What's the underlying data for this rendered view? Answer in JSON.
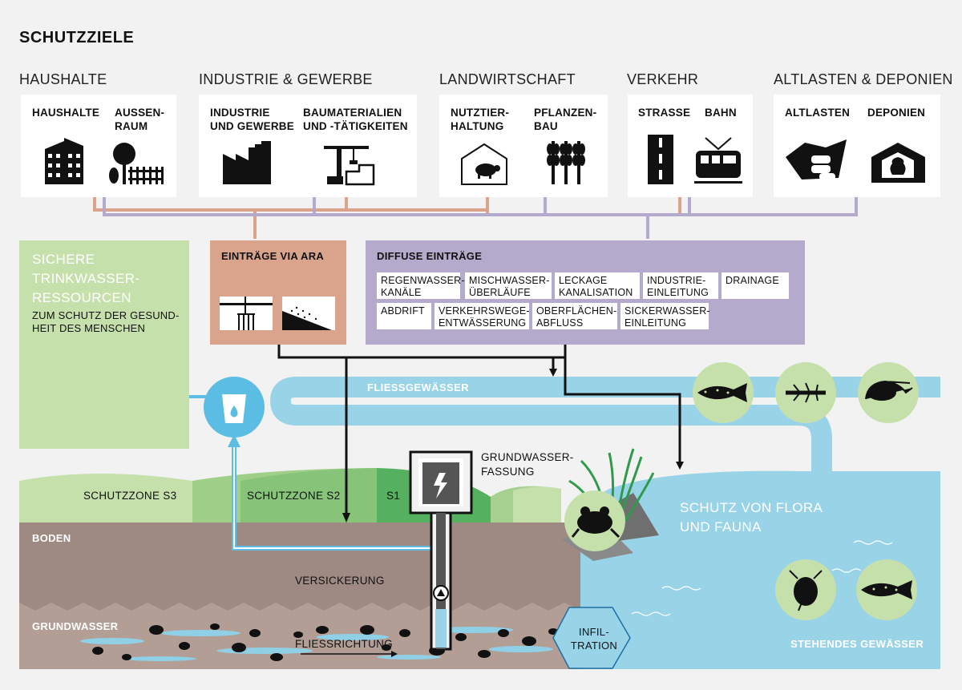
{
  "title": "SCHUTZZIELE",
  "sources": [
    {
      "name": "HAUSHALTE",
      "items": [
        "HAUSHALTE",
        "AUSSEN-\nRAUM"
      ]
    },
    {
      "name": "INDUSTRIE & GEWERBE",
      "items": [
        "INDUSTRIE\nUND GEWERBE",
        "BAUMATERIALIEN\nUND -TÄTIGKEITEN"
      ]
    },
    {
      "name": "LANDWIRTSCHAFT",
      "items": [
        "NUTZTIER-\nHALTUNG",
        "PFLANZEN-\nBAU"
      ]
    },
    {
      "name": "VERKEHR",
      "items": [
        "STRASSE",
        "BAHN"
      ]
    },
    {
      "name": "ALTLASTEN & DEPONIEN",
      "items": [
        "ALTLASTEN",
        "DEPONIEN"
      ]
    }
  ],
  "drinking": {
    "title": "SICHERE\nTRINKWASSER-\nRESSOURCEN",
    "subtitle": "ZUM SCHUTZ DER GESUND-\nHEIT DES MENSCHEN"
  },
  "ara": {
    "title": "EINTRÄGE VIA ARA"
  },
  "diffuse": {
    "title": "DIFFUSE EINTRÄGE",
    "row1": [
      "REGENWASSER-\nKANÄLE",
      "MISCHWASSER-\nÜBERLÄUFE",
      "LECKAGE\nKANALISATION",
      "INDUSTRIE-\nEINLEITUNG",
      "DRAINAGE"
    ],
    "row2": [
      "ABDRIFT",
      "VERKEHRSWEGE-\nENTWÄSSERUNG",
      "OBERFLÄCHEN-\nABFLUSS",
      "SICKERWASSER-\nEINLEITUNG"
    ]
  },
  "landscape": {
    "river": "FLIESSGEWÄSSER",
    "zone_s3": "SCHUTZZONE S3",
    "zone_s2": "SCHUTZZONE S2",
    "zone_s1": "S1",
    "well": "GRUNDWASSER-\nFASSUNG",
    "soil": "BODEN",
    "seepage": "VERSICKERUNG",
    "groundwater": "GRUNDWASSER",
    "flow": "FLIESSRICHTUNG",
    "infiltration": "INFIL-\nTRATION",
    "lake_title": "SCHUTZ VON FLORA\nUND FAUNA",
    "lake": "STEHENDES GEWÄSSER"
  },
  "colors": {
    "ara": "#d9a48b",
    "diffuse": "#b4aacb",
    "drinking": "#c6e0ac",
    "water": "#99d3e8",
    "soil": "#9f8a83",
    "ground": "#b39e96",
    "zone_s3": "#bcd99f",
    "zone_s2": "#87c47a",
    "zone_s1": "#55b160",
    "line_orange": "#d9a48b",
    "line_purple": "#b4aacb"
  },
  "icons": [
    "building-icon",
    "tree-fence-icon",
    "factory-icon",
    "crane-icon",
    "barn-pig-icon",
    "wheat-icon",
    "road-icon",
    "train-icon",
    "landfill-icon",
    "deponie-icon",
    "treatment-tank-icon",
    "person-heart-icon",
    "water-glass-icon",
    "fish-icon",
    "insect-larva-icon",
    "shrimp-icon",
    "frog-icon",
    "water-flea-icon",
    "pump-icon",
    "lightning-icon"
  ]
}
